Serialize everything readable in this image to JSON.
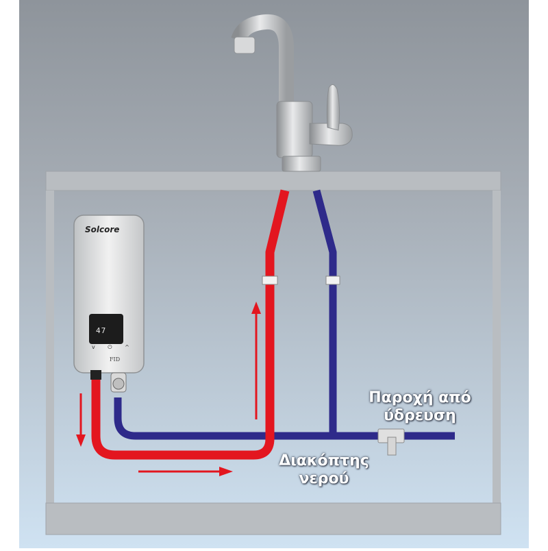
{
  "labels": {
    "supply": "Παροχή από ύδρευση",
    "valve": "Διακόπτης νερού"
  },
  "heater": {
    "brand": "Solcore",
    "model": "FID",
    "display": "47",
    "controls": "v ⏻ ^"
  },
  "colors": {
    "background_top": "#8e949b",
    "background_bottom": "#c9def0",
    "hot_pipe": "#e3161f",
    "cold_pipe": "#2e2a8a",
    "cabinet": "#b4b9be",
    "arrow": "#e3161f"
  }
}
